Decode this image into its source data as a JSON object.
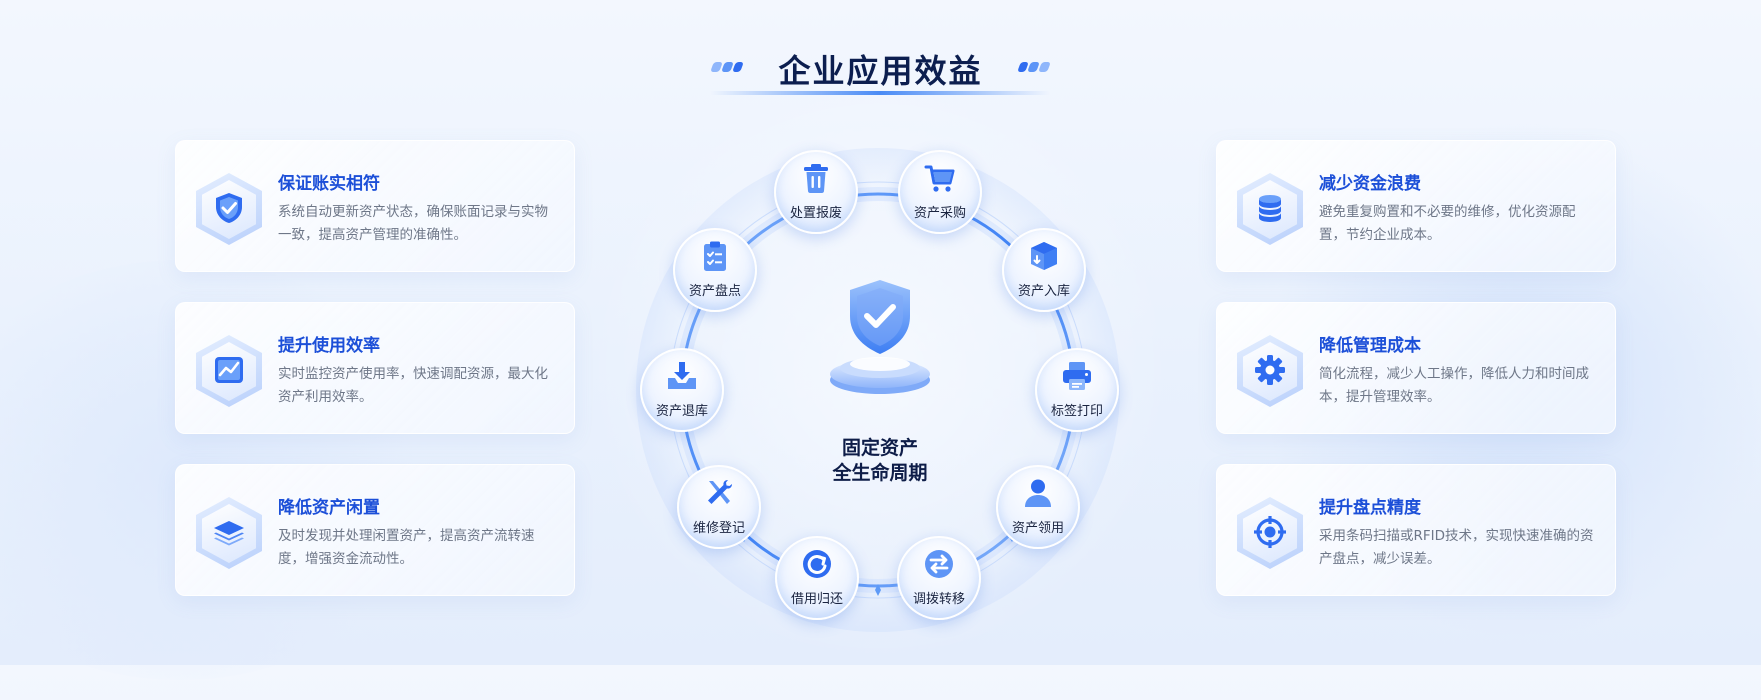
{
  "title": "企业应用效益",
  "center": {
    "line1": "固定资产",
    "line2": "全生命周期"
  },
  "colors": {
    "accent": "#1c4fd8",
    "icon_blue": "#2f6cf0",
    "title": "#0c1e4f",
    "desc": "#6e7788"
  },
  "left_cards": [
    {
      "title": "保证账实相符",
      "desc": "系统自动更新资产状态，确保账面记录与实物一致，提高资产管理的准确性。",
      "icon": "shield-check-icon"
    },
    {
      "title": "提升使用效率",
      "desc": "实时监控资产使用率，快速调配资源，最大化资产利用效率。",
      "icon": "trend-chart-icon"
    },
    {
      "title": "降低资产闲置",
      "desc": "及时发现并处理闲置资产，提高资产流转速度，增强资金流动性。",
      "icon": "layers-icon"
    }
  ],
  "right_cards": [
    {
      "title": "减少资金浪费",
      "desc": "避免重复购置和不必要的维修，优化资源配置，节约企业成本。",
      "icon": "coin-stack-icon"
    },
    {
      "title": "降低管理成本",
      "desc": "简化流程，减少人工操作，降低人力和时间成本，提升管理效率。",
      "icon": "gear-icon"
    },
    {
      "title": "提升盘点精度",
      "desc": "采用条码扫描或RFID技术，实现快速准确的资产盘点，减少误差。",
      "icon": "target-icon"
    }
  ],
  "nodes": [
    {
      "label": "处置报废",
      "icon": "trash-bin-icon"
    },
    {
      "label": "资产采购",
      "icon": "shopping-cart-icon"
    },
    {
      "label": "资产入库",
      "icon": "box-in-icon"
    },
    {
      "label": "标签打印",
      "icon": "printer-icon"
    },
    {
      "label": "资产领用",
      "icon": "user-icon"
    },
    {
      "label": "调拨转移",
      "icon": "transfer-arrows-icon"
    },
    {
      "label": "借用归还",
      "icon": "cycle-icon"
    },
    {
      "label": "维修登记",
      "icon": "wrench-screwdriver-icon"
    },
    {
      "label": "资产退库",
      "icon": "tray-download-icon"
    },
    {
      "label": "资产盘点",
      "icon": "clipboard-icon"
    }
  ]
}
